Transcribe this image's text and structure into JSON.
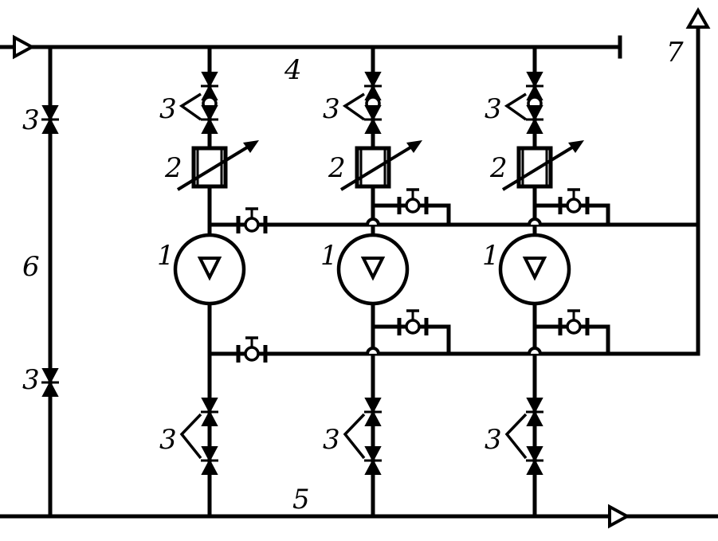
{
  "diagram": {
    "labels": {
      "pump": "1",
      "heater": "2",
      "valve": "3",
      "supply_header": "4",
      "return_header": "5",
      "bypass": "6",
      "outlet": "7"
    }
  }
}
